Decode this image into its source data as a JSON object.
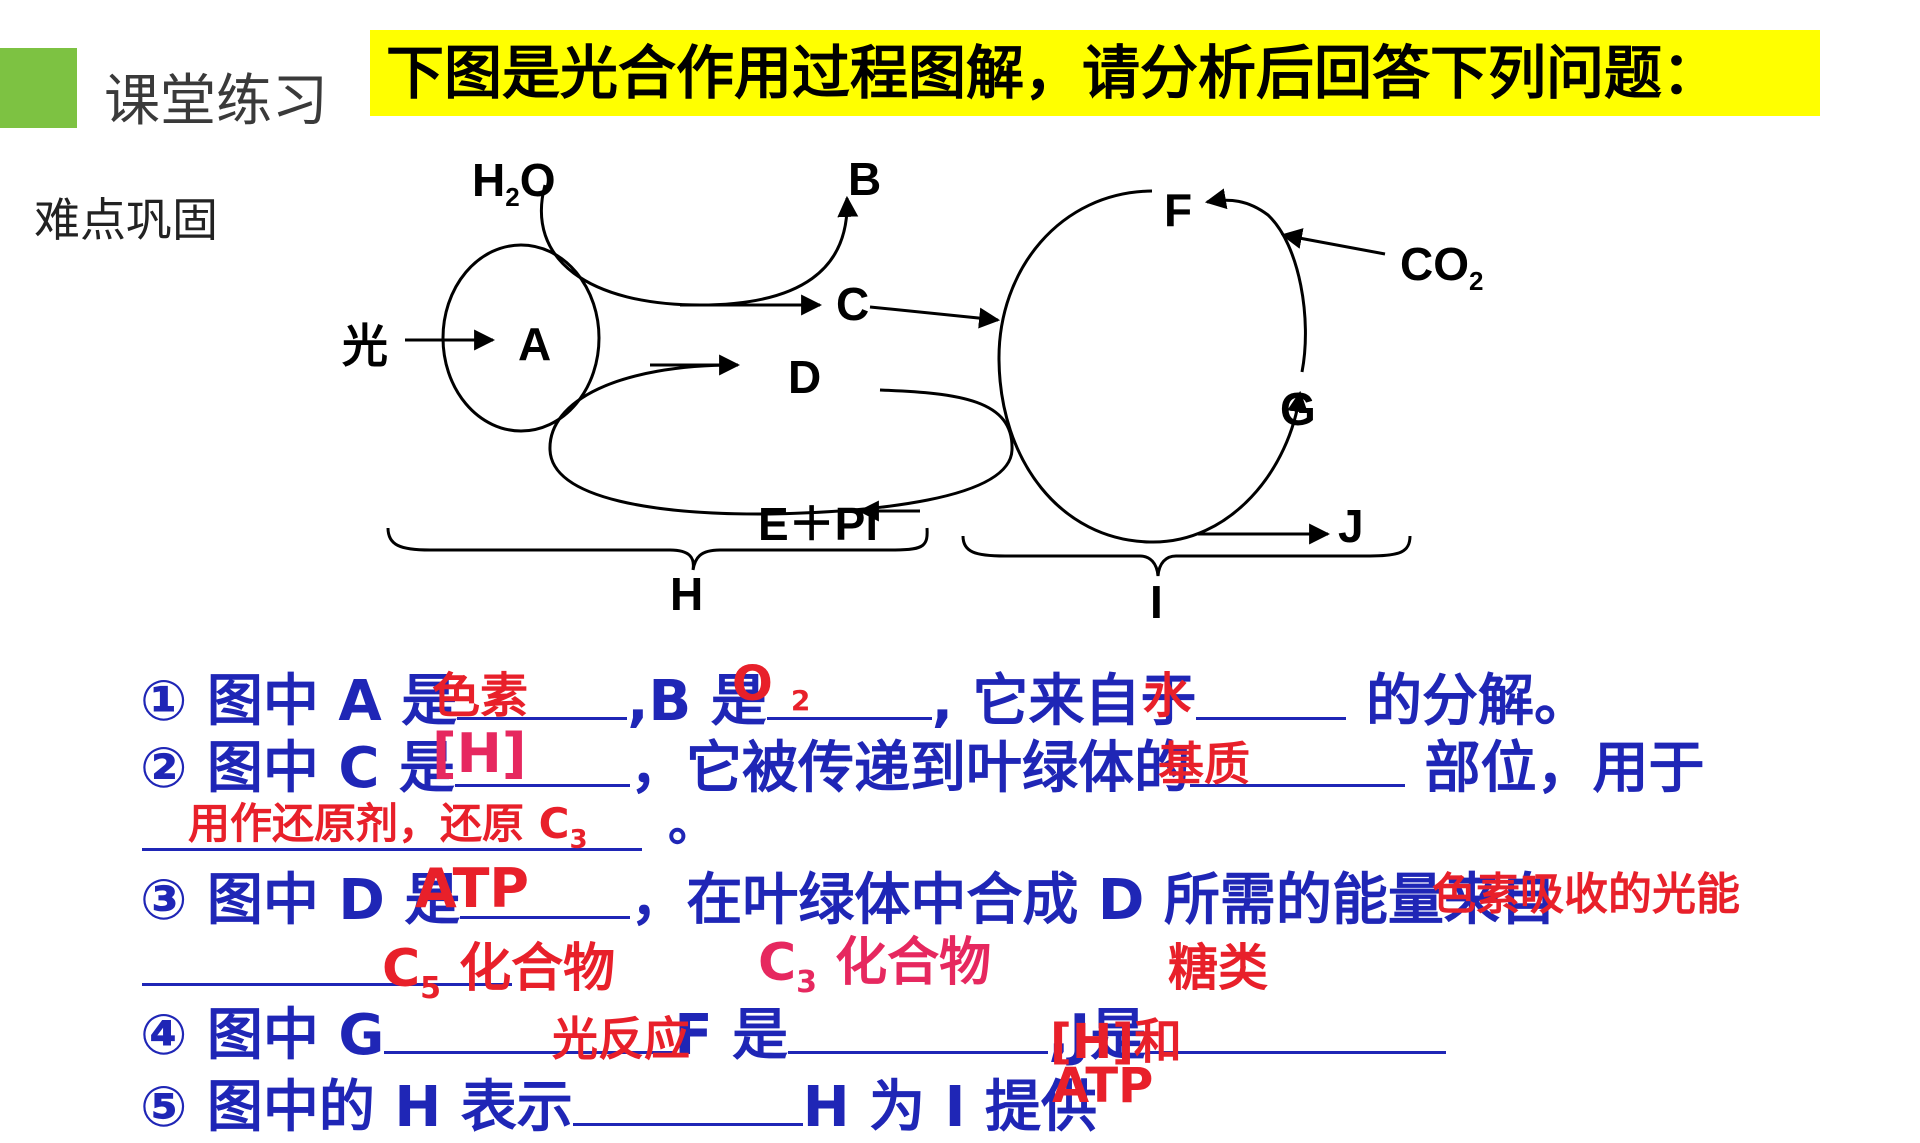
{
  "header": {
    "section_title": "课堂练习",
    "banner": "下图是光合作用过程图解，请分析后回答下列问题：",
    "subtitle": "难点巩固"
  },
  "diagram": {
    "labels": {
      "h2o_main": "H",
      "h2o_sub": "2",
      "h2o_tail": "O",
      "b": "B",
      "f": "F",
      "co2_main": "CO",
      "co2_sub": "2",
      "light": "光",
      "a": "A",
      "c": "C",
      "d": "D",
      "g": "G",
      "epi": "E＋Pi",
      "j": "J",
      "h": "H",
      "i": "I"
    }
  },
  "questions": {
    "q1": {
      "p1": "① 图中 A 是",
      "p2": ",B 是",
      "p3": ", 它来自于",
      "p4": " 的分解。"
    },
    "q2": {
      "p1": "② 图中 C 是",
      "p2": "，它被传递到叶绿体的",
      "p3": " 部位，用于",
      "p4": "。"
    },
    "q3": {
      "p1": "③ 图中 D 是",
      "p2": "，在叶绿体中合成 D 所需的能量来自"
    },
    "q4": {
      "p1": "④ 图中 G",
      "p2": "F 是",
      "p3": ",J是"
    },
    "q5": {
      "p1": "⑤ 图中的 H 表示",
      "p2": "H 为 I 提供"
    }
  },
  "answers": {
    "a1": "色素",
    "a2_main": "O",
    "a2_sub": "2",
    "a3": "水",
    "a4": "[H]",
    "a5": "基质",
    "a6_main": "用作还原剂，还原 C",
    "a6_sub": "3",
    "a7": "ATP",
    "a8": "色素吸收的光能",
    "a9_main": "C",
    "a9_sub": "5",
    "a9_tail": " 化合物",
    "a10_main": "C",
    "a10_sub": "3",
    "a10_tail": " 化合物",
    "a11": "糖类",
    "a12": "光反应",
    "a13": "[H]和",
    "a14": "ATP"
  },
  "colors": {
    "question_blue": "#1f26b6",
    "answer_red": "#e8202a",
    "answer_pink": "#e6285f",
    "banner_yellow": "#ffff00",
    "accent_green": "#7dc242"
  }
}
